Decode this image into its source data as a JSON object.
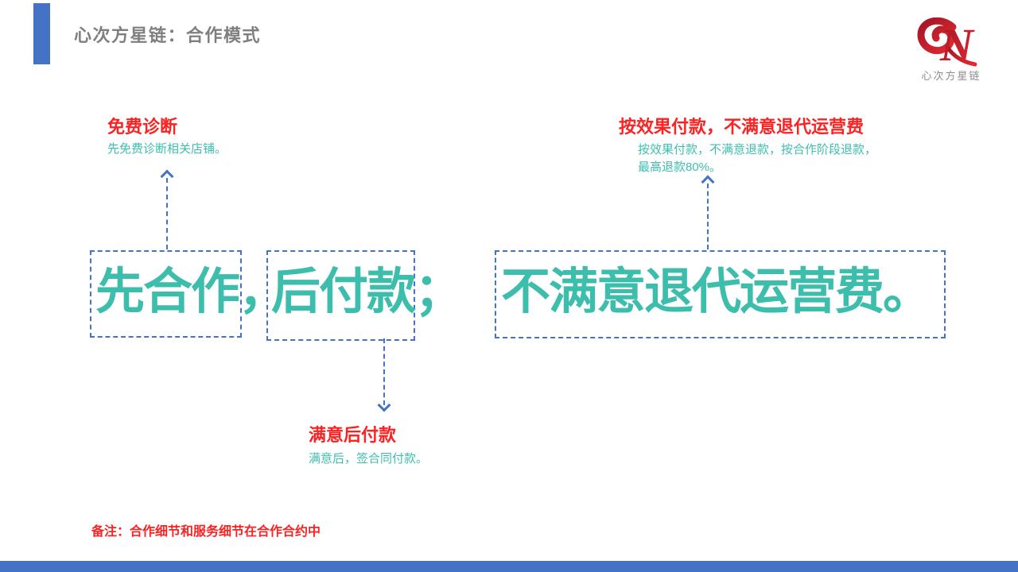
{
  "slide": {
    "header": {
      "title": "心次方星链：合作模式"
    },
    "logo": {
      "monogram": "N",
      "caption": "心次方星链"
    },
    "headline": {
      "full_text": "先合作，后付款；不满意退代运营费。",
      "segments": [
        {
          "text": "先合作，"
        },
        {
          "text": "后付款；"
        },
        {
          "text": "不满意退代运营费。"
        }
      ]
    },
    "callouts": {
      "free_diagnosis": {
        "title": "免费诊断",
        "desc": "先免费诊断相关店铺。"
      },
      "pay_by_result": {
        "title": "按效果付款，不满意退代运营费",
        "desc_line1": "按效果付款，不满意退款，按合作阶段退款，",
        "desc_line2": "最高退款80%。"
      },
      "pay_after_satisfied": {
        "title": "满意后付款",
        "desc": "满意后，签合同付款。"
      }
    },
    "note": "备注：合作细节和服务细节在合作合约中",
    "colors": {
      "accent_blue": "#4472C4",
      "teal": "#3DBDAC",
      "red": "#FA2222",
      "title_gray": "#7F7F7F",
      "logo_red": "#C01E2E"
    }
  }
}
